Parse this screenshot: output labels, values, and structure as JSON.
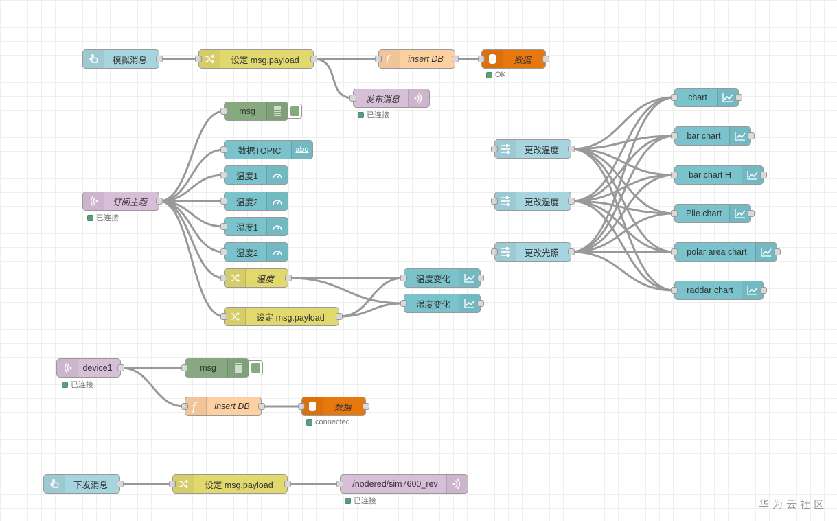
{
  "colors": {
    "inject": "#a6d4df",
    "change": "#e2d96e",
    "function": "#fdd0a2",
    "database": "#e8770e",
    "mqtt": "#d8bfd8",
    "debug": "#87a980",
    "ui": "#7ac3cc",
    "wire": "#999999",
    "status_ok": "#5a9e7b"
  },
  "nodes": {
    "inject_sim": {
      "label": "模拟消息",
      "icon": "hand-pointer-icon"
    },
    "change_payload_1": {
      "label": "设定 msg.payload",
      "icon": "shuffle-icon"
    },
    "function_insert_1": {
      "label": "insert DB",
      "icon": "function-icon"
    },
    "db_1": {
      "label": "数据",
      "icon": "database-icon",
      "status": "OK"
    },
    "mqtt_out_publish": {
      "label": "发布消息",
      "icon": "mqtt-icon",
      "status": "已连接"
    },
    "mqtt_in_subscribe": {
      "label": "订阅主题",
      "icon": "mqtt-icon",
      "status": "已连接"
    },
    "debug_msg_1": {
      "label": "msg",
      "icon": "list-icon"
    },
    "ui_text_topic": {
      "label": "数据TOPIC",
      "icon": "text-abc-icon",
      "icon_text": "abc"
    },
    "gauge_temp1": {
      "label": "温度1",
      "icon": "gauge-icon"
    },
    "gauge_temp2": {
      "label": "温度2",
      "icon": "gauge-icon"
    },
    "gauge_hum1": {
      "label": "湿度1",
      "icon": "gauge-icon"
    },
    "gauge_hum2": {
      "label": "湿度2",
      "icon": "gauge-icon"
    },
    "change_temp": {
      "label": "温度",
      "icon": "shuffle-icon"
    },
    "change_payload_2": {
      "label": "设定 msg.payload",
      "icon": "shuffle-icon"
    },
    "chart_temp_change": {
      "label": "温度变化",
      "icon": "chart-icon"
    },
    "chart_hum_change": {
      "label": "湿度变化",
      "icon": "chart-icon"
    },
    "slider_temp": {
      "label": "更改温度",
      "icon": "slider-icon"
    },
    "slider_hum": {
      "label": "更改湿度",
      "icon": "slider-icon"
    },
    "slider_light": {
      "label": "更改光照",
      "icon": "slider-icon"
    },
    "chart_1": {
      "label": "chart",
      "icon": "chart-icon"
    },
    "chart_bar": {
      "label": "bar chart",
      "icon": "chart-icon"
    },
    "chart_bar_h": {
      "label": "bar chart H",
      "icon": "chart-icon"
    },
    "chart_pie": {
      "label": "Plie chart",
      "icon": "chart-icon"
    },
    "chart_polar": {
      "label": "polar area chart",
      "icon": "chart-icon"
    },
    "chart_radar": {
      "label": "raddar chart",
      "icon": "chart-icon"
    },
    "mqtt_in_device": {
      "label": "device1",
      "icon": "mqtt-icon",
      "status": "已连接"
    },
    "debug_msg_2": {
      "label": "msg",
      "icon": "list-icon"
    },
    "function_insert_2": {
      "label": "insert DB",
      "icon": "function-icon"
    },
    "db_2": {
      "label": "数据",
      "icon": "database-icon",
      "status": "connected"
    },
    "inject_send": {
      "label": "下发消息",
      "icon": "hand-pointer-icon"
    },
    "change_payload_3": {
      "label": "设定 msg.payload",
      "icon": "shuffle-icon"
    },
    "mqtt_out_sim": {
      "label": "/nodered/sim7600_rev",
      "icon": "mqtt-icon",
      "status": "已连接"
    }
  },
  "watermark": "华为云社区"
}
